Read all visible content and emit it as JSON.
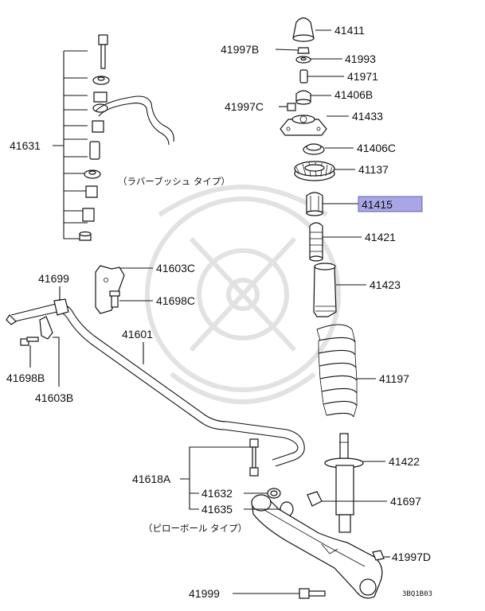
{
  "labels": {
    "p41411": "41411",
    "p41997b": "41997B",
    "p41993": "41993",
    "p41971": "41971",
    "p41406b": "41406B",
    "p41997c": "41997C",
    "p41433": "41433",
    "p41406c": "41406C",
    "p41137": "41137",
    "p41415": "41415",
    "p41421": "41421",
    "p41423": "41423",
    "p41197": "41197",
    "p41422": "41422",
    "p41697": "41697",
    "p41997d": "41997D",
    "p41999": "41999",
    "p41631": "41631",
    "p41603c": "41603C",
    "p41698c": "41698C",
    "p41699": "41699",
    "p41601": "41601",
    "p41698b": "41698B",
    "p41603b": "41603B",
    "p41618a": "41618A",
    "p41632": "41632",
    "p41635": "41635"
  },
  "notes": {
    "rubber_bush_type": "（ラバーブッシュ タイプ）",
    "pillow_ball_type": "（ピローボール タイプ）"
  },
  "drawing_code": "3BQ1B03",
  "colors": {
    "highlight_fill": "#a9a6e6",
    "highlight_stroke": "#4a4a9a",
    "watermark": "#e4e4e4"
  }
}
